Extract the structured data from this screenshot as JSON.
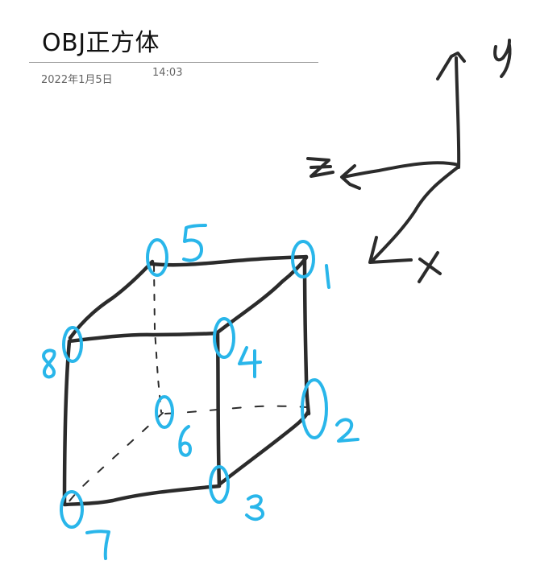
{
  "page": {
    "title": "OBJ正方体",
    "date": "2022年1月5日",
    "time": "14:03"
  },
  "colors": {
    "ink_dark": "#2b2b2b",
    "ink_blue": "#29b6ea",
    "text_meta": "#666666"
  },
  "diagram": {
    "axes": [
      "x",
      "y",
      "z"
    ],
    "vertex_labels": [
      "1",
      "2",
      "3",
      "4",
      "5",
      "6",
      "7",
      "8"
    ]
  }
}
